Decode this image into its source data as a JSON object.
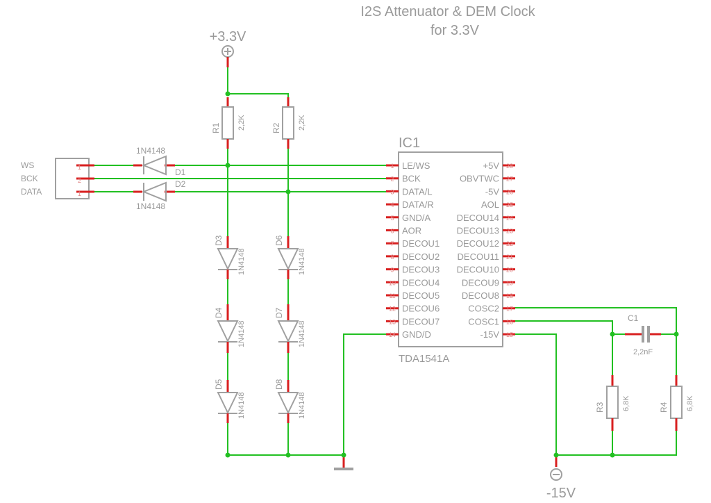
{
  "title": {
    "line1": "I2S Attenuator & DEM Clock",
    "line2": "for 3.3V"
  },
  "power": {
    "vcc": "+3.3V",
    "vee": "-15V"
  },
  "connector": {
    "pins": [
      "WS",
      "BCK",
      "DATA"
    ],
    "pin_numbers": [
      "1",
      "2",
      "1"
    ]
  },
  "ic": {
    "ref": "IC1",
    "value": "TDA1541A",
    "left_pins": [
      "LE/WS",
      "BCK",
      "DATA/L",
      "DATA/R",
      "GND/A",
      "AOR",
      "DECOU1",
      "DECOU2",
      "DECOU3",
      "DECOU4",
      "DECOU5",
      "DECOU6",
      "DECOU7",
      "GND/D"
    ],
    "right_pins": [
      "+5V",
      "OBVTWC",
      "-5V",
      "AOL",
      "DECOU14",
      "DECOU13",
      "DECOU12",
      "DECOU11",
      "DECOU10",
      "DECOU9",
      "DECOU8",
      "COSC2",
      "COSC1",
      "-15V"
    ],
    "left_nums": [
      "1",
      "2",
      "3",
      "4",
      "5",
      "6",
      "7",
      "8",
      "9",
      "10",
      "11",
      "12",
      "13",
      "14"
    ],
    "right_nums": [
      "28",
      "27",
      "26",
      "25",
      "24",
      "23",
      "22",
      "21",
      "20",
      "19",
      "18",
      "17",
      "16",
      "15"
    ]
  },
  "resistors": [
    {
      "ref": "R1",
      "value": "2,2K"
    },
    {
      "ref": "R2",
      "value": "2,2K"
    },
    {
      "ref": "R3",
      "value": "6,8K"
    },
    {
      "ref": "R4",
      "value": "6,8K"
    }
  ],
  "diodes": [
    {
      "ref": "D1",
      "value": "1N4148"
    },
    {
      "ref": "D2",
      "value": "1N4148"
    },
    {
      "ref": "D3",
      "value": "1N4148"
    },
    {
      "ref": "D4",
      "value": "1N4148"
    },
    {
      "ref": "D5",
      "value": "1N4148"
    },
    {
      "ref": "D6",
      "value": "1N4148"
    },
    {
      "ref": "D7",
      "value": "1N4148"
    },
    {
      "ref": "D8",
      "value": "1N4148"
    }
  ],
  "capacitor": {
    "ref": "C1",
    "value": "2,2nF"
  },
  "colors": {
    "wire": "#22c022",
    "symbol": "#a0a0a0",
    "lead": "#d82020",
    "text": "#9a9a9a"
  }
}
